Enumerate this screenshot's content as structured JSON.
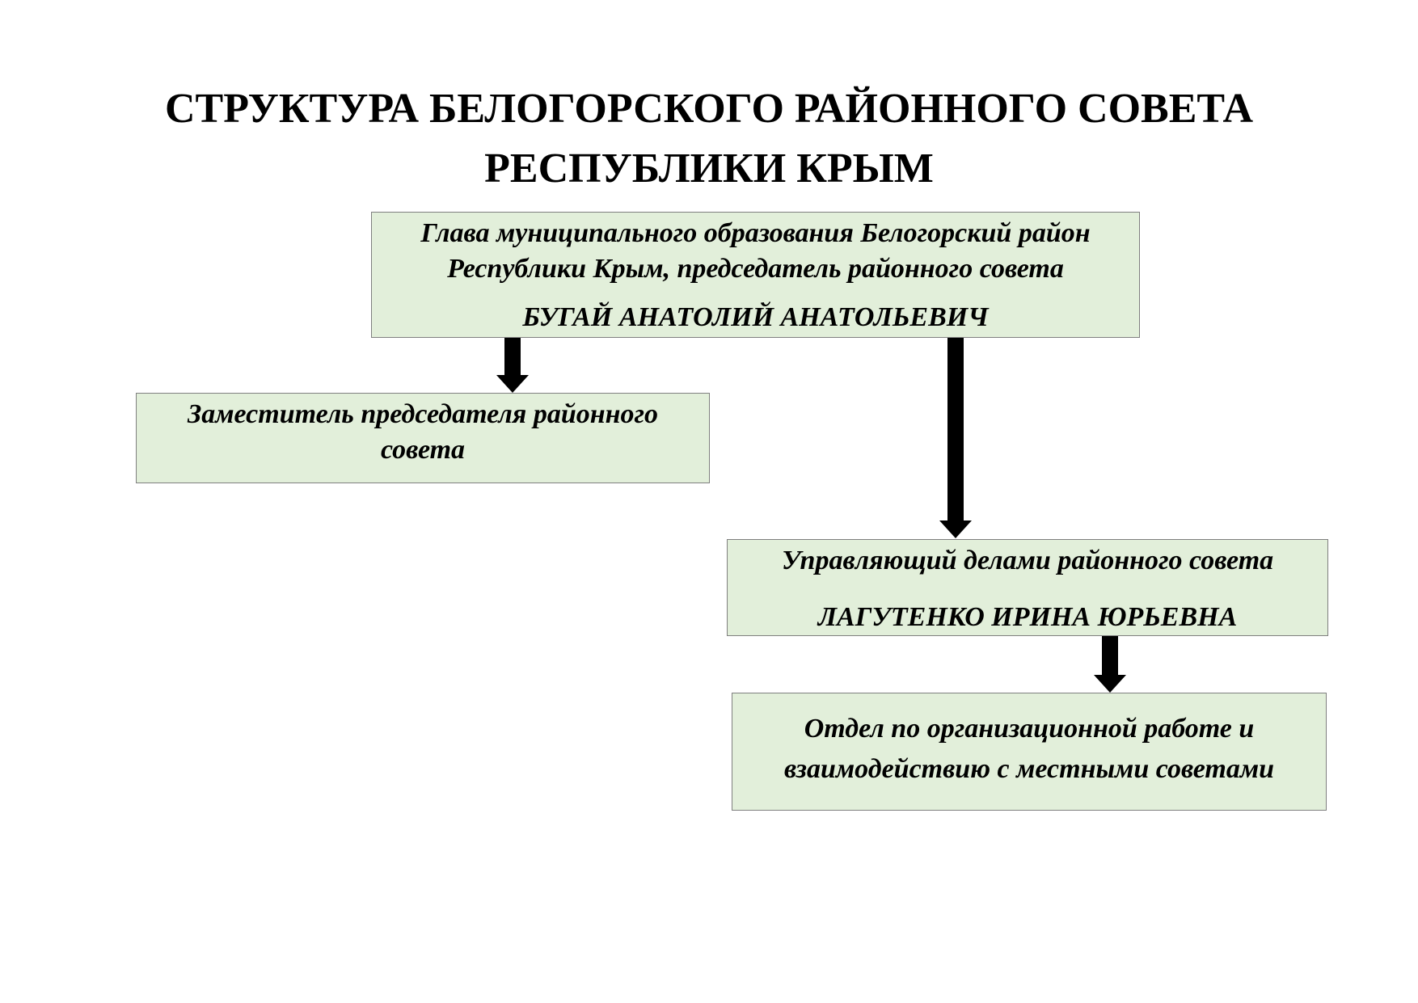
{
  "title": {
    "line1": "СТРУКТУРА БЕЛОГОРСКОГО РАЙОННОГО СОВЕТА",
    "line2": "РЕСПУБЛИКИ КРЫМ"
  },
  "nodes": {
    "head": {
      "line1": "Глава муниципального образования Белогорский район",
      "line2": "Республики Крым, председатель районного совета",
      "name": "БУГАЙ АНАТОЛИЙ АНАТОЛЬЕВИЧ"
    },
    "deputy": {
      "line1": "Заместитель председателя районного",
      "line2": "совета"
    },
    "manager": {
      "line1": "Управляющий делами районного совета",
      "name": "ЛАГУТЕНКО ИРИНА ЮРЬЕВНА"
    },
    "department": {
      "line1": "Отдел по организационной работе и",
      "line2": "взаимодействию с местными советами"
    }
  },
  "colors": {
    "box_fill": "#e2efda",
    "box_border": "#7f7f7f",
    "arrow": "#000000"
  }
}
